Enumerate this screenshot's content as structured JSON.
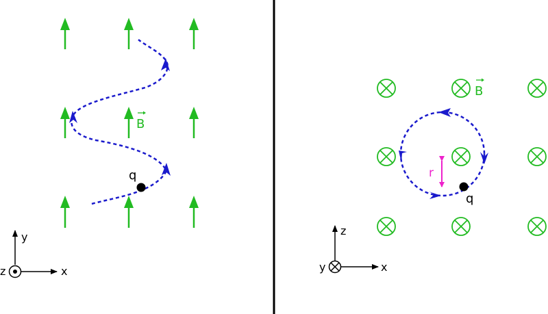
{
  "left_panel": {
    "field_label": "B",
    "charge_label": "q",
    "axes": {
      "x": "x",
      "y": "y",
      "z": "z"
    }
  },
  "right_panel": {
    "field_label": "B",
    "charge_label": "q",
    "radius_label": "r",
    "axes": {
      "x": "x",
      "y": "y",
      "z": "z"
    }
  },
  "colors": {
    "field": "#22bb22",
    "path": "#1a1acc",
    "radius": "#ee22cc",
    "charge": "#000000",
    "divider": "#000000"
  },
  "icons": [
    "field-arrow-up-icon",
    "field-into-page-icon",
    "out-of-page-icon",
    "into-page-icon"
  ]
}
